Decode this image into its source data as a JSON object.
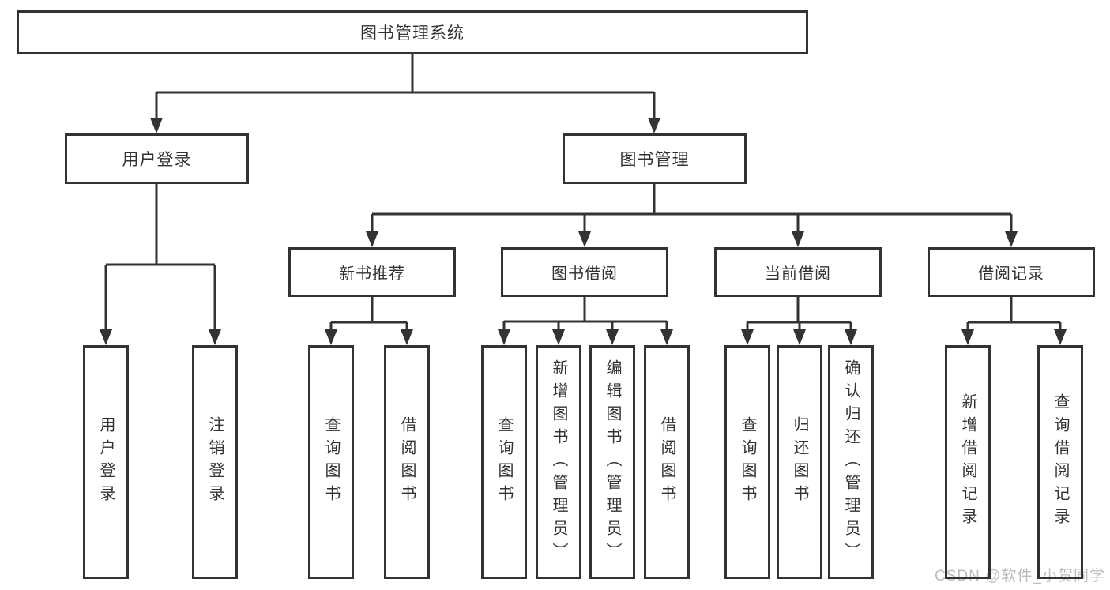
{
  "diagram": {
    "root": {
      "label": "图书管理系统"
    },
    "level2": [
      {
        "label": "用户登录"
      },
      {
        "label": "图书管理"
      }
    ],
    "level3": [
      {
        "label": "新书推荐"
      },
      {
        "label": "图书借阅"
      },
      {
        "label": "当前借阅"
      },
      {
        "label": "借阅记录"
      }
    ],
    "leaves": [
      [
        "用户登录",
        "注销登录"
      ],
      [
        "查询图书",
        "借阅图书"
      ],
      [
        "查询图书",
        "新增图书（管理员）",
        "编辑图书（管理员）",
        "借阅图书"
      ],
      [
        "查询图书",
        "归还图书",
        "确认归还（管理员）"
      ],
      [
        "新增借阅记录",
        "查询借阅记录"
      ]
    ]
  },
  "watermark": {
    "text": "CSDN @软件_小贺同学",
    "color": "#bcbcbc"
  },
  "colors": {
    "line": "#333333",
    "box_border": "#333333",
    "box_fill": "#ffffff",
    "text": "#333333",
    "background": "#ffffff"
  }
}
